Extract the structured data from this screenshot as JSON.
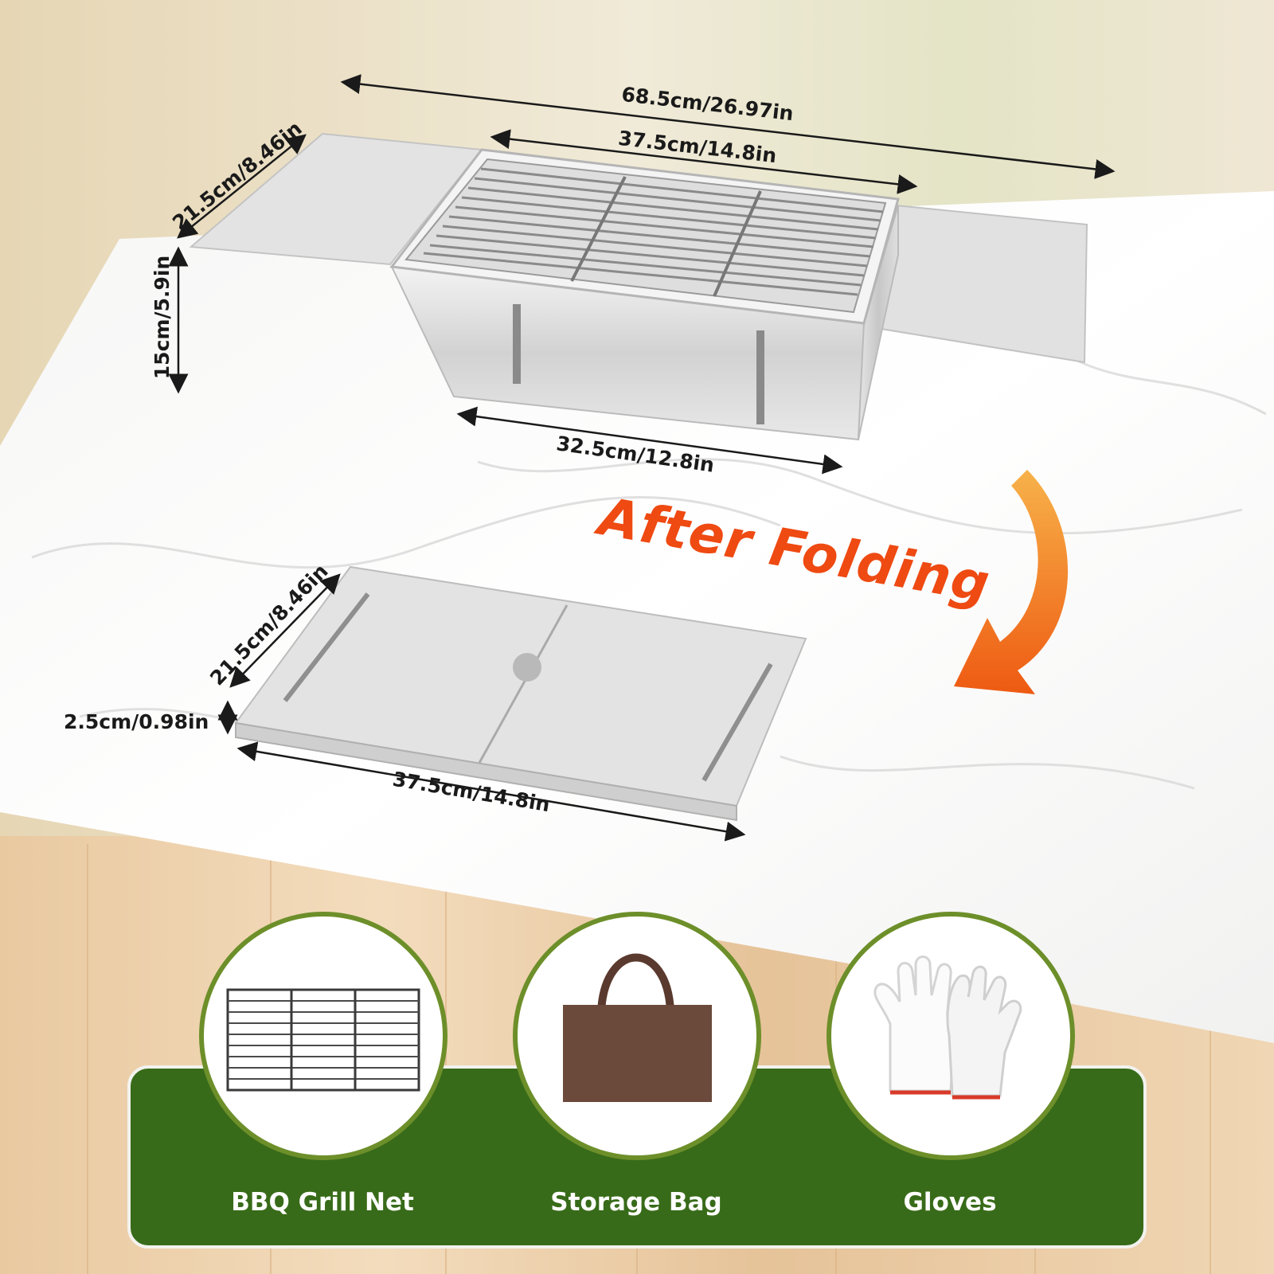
{
  "dimensions": {
    "open_total_width": "68.5cm/26.97in",
    "open_grill_width": "37.5cm/14.8in",
    "open_depth": "21.5cm/8.46in",
    "open_height": "15cm/5.9in",
    "open_base_width": "32.5cm/12.8in",
    "folded_depth": "21.5cm/8.46in",
    "folded_height": "2.5cm/0.98in",
    "folded_width": "37.5cm/14.8in"
  },
  "headline": "After Folding",
  "accessories": [
    {
      "label": "BBQ Grill Net",
      "icon": "grill-net-icon"
    },
    {
      "label": "Storage Bag",
      "icon": "storage-bag-icon"
    },
    {
      "label": "Gloves",
      "icon": "gloves-icon"
    }
  ],
  "colors": {
    "headline": "#ee4a12",
    "arrow": "#f07a1a",
    "accessory_band": "#386b19",
    "circle_border": "#6d8f2a",
    "bag": "#6b4a3c"
  }
}
